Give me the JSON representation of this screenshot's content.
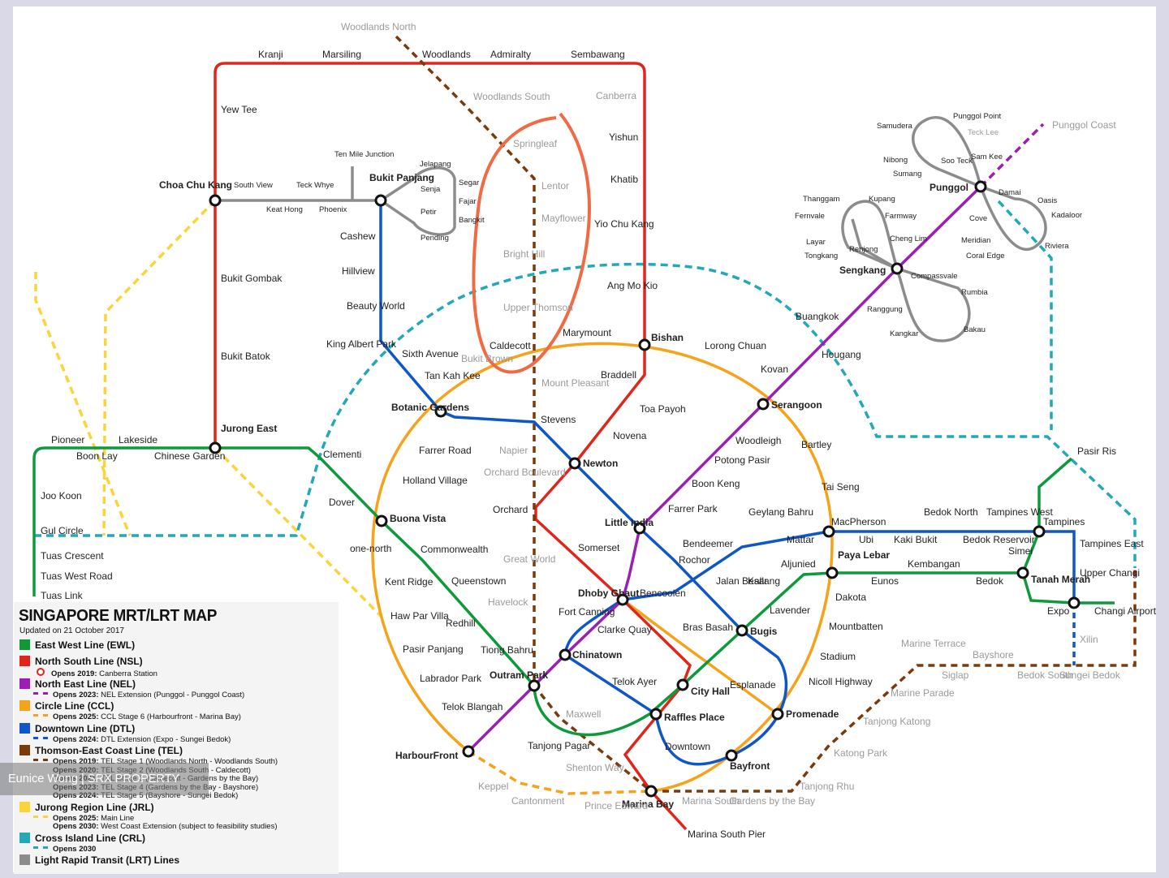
{
  "legend": {
    "title": "SINGAPORE MRT/LRT MAP",
    "updated": "Updated on 21 October 2017",
    "lines": [
      {
        "name": "East West Line (EWL)",
        "color": "#0e9a3b",
        "notes": []
      },
      {
        "name": "North South Line (NSL)",
        "color": "#e0261b",
        "notes": [
          {
            "bold": "Opens 2019:",
            "text": "Canberra Station",
            "marker": "ring"
          }
        ]
      },
      {
        "name": "North East Line (NEL)",
        "color": "#9b1fb5",
        "notes": [
          {
            "bold": "Opens 2023:",
            "text": "NEL Extension (Punggol - Punggol Coast)",
            "marker": "dash"
          }
        ]
      },
      {
        "name": "Circle Line (CCL)",
        "color": "#f7a21b",
        "notes": [
          {
            "bold": "Opens 2025:",
            "text": "CCL Stage 6 (Harbourfront - Marina Bay)",
            "marker": "dash"
          }
        ]
      },
      {
        "name": "Downtown Line (DTL)",
        "color": "#0f56c8",
        "notes": [
          {
            "bold": "Opens 2024:",
            "text": "DTL Extension (Expo - Sungei Bedok)",
            "marker": "dash"
          }
        ]
      },
      {
        "name": "Thomson-East Coast Line (TEL)",
        "color": "#7a3a0c",
        "notes": [
          {
            "bold": "Opens 2019:",
            "text": "TEL Stage 1 (Woodlands North - Woodlands South)",
            "marker": "dash"
          },
          {
            "bold": "Opens 2020:",
            "text": "TEL Stage 2 (Woodlands South - Caldecott)",
            "marker": "none"
          },
          {
            "bold": "Opens 2021:",
            "text": "TEL Stage 3 (Caldecott - Gardens by the Bay)",
            "marker": "none"
          },
          {
            "bold": "Opens 2023:",
            "text": "TEL Stage 4 (Gardens by the Bay - Bayshore)",
            "marker": "none"
          },
          {
            "bold": "Opens 2024:",
            "text": "TEL Stage 5 (Bayshore - Sungei Bedok)",
            "marker": "none"
          }
        ]
      },
      {
        "name": "Jurong Region Line (JRL)",
        "color": "#fbd43a",
        "notes": [
          {
            "bold": "Opens 2025:",
            "text": "Main Line",
            "marker": "dash"
          },
          {
            "bold": "Opens 2030:",
            "text": "West Coast Extension (subject to feasibility studies)",
            "marker": "none"
          }
        ]
      },
      {
        "name": "Cross Island Line (CRL)",
        "color": "#23a8b8",
        "notes": [
          {
            "bold": "Opens 2030",
            "text": "",
            "marker": "dash"
          }
        ]
      },
      {
        "name": "Light Rapid Transit (LRT) Lines",
        "color": "#8c8c8c",
        "notes": []
      }
    ]
  },
  "watermark": "Eunice Wong | SRX PROPERTY",
  "line_colors": {
    "ewl": "#0e9a3b",
    "nsl": "#e0261b",
    "nel": "#9b1fb5",
    "ccl": "#f7a21b",
    "dtl": "#0f56c8",
    "tel": "#7a3a0c",
    "jrl": "#fbd43a",
    "crl": "#23a8b8",
    "lrt": "#8c8c8c",
    "annotation": "#f26a43"
  },
  "stations": {
    "woodlands_north": "Woodlands North",
    "kranji": "Kranji",
    "marsiling": "Marsiling",
    "woodlands": "Woodlands",
    "admiralty": "Admiralty",
    "sembawang": "Sembawang",
    "canberra": "Canberra",
    "yishun": "Yishun",
    "khatib": "Khatib",
    "yio_chu_kang": "Yio Chu Kang",
    "ang_mo_kio": "Ang Mo Kio",
    "bishan": "Bishan",
    "braddell": "Braddell",
    "toa_payoh": "Toa Payoh",
    "novena": "Novena",
    "newton": "Newton",
    "orchard": "Orchard",
    "somerset": "Somerset",
    "dhoby_ghaut": "Dhoby Ghaut",
    "city_hall": "City Hall",
    "raffles_place": "Raffles Place",
    "marina_bay": "Marina Bay",
    "marina_south_pier": "Marina South Pier",
    "yew_tee": "Yew Tee",
    "choa_chu_kang": "Choa Chu Kang",
    "bukit_gombak": "Bukit Gombak",
    "bukit_batok": "Bukit Batok",
    "jurong_east": "Jurong East",
    "woodlands_south": "Woodlands South",
    "springleaf": "Springleaf",
    "lentor": "Lentor",
    "mayflower": "Mayflower",
    "bright_hill": "Bright Hill",
    "upper_thomson": "Upper Thomson",
    "caldecott": "Caldecott",
    "mount_pleasant": "Mount Pleasant",
    "stevens": "Stevens",
    "napier": "Napier",
    "orchard_boulevard": "Orchard Boulevard",
    "great_world": "Great World",
    "havelock": "Havelock",
    "maxwell": "Maxwell",
    "shenton_way": "Shenton Way",
    "marina_south": "Marina South",
    "gardens_by_the_bay": "Gardens by the Bay",
    "tanjong_rhu": "Tanjong Rhu",
    "katong_park": "Katong Park",
    "tanjong_katong": "Tanjong Katong",
    "marine_parade": "Marine Parade",
    "marine_terrace": "Marine Terrace",
    "siglap": "Siglap",
    "bayshore": "Bayshore",
    "bedok_south": "Bedok South",
    "sungei_bedok": "Sungei Bedok",
    "south_view": "South View",
    "keat_hong": "Keat Hong",
    "teck_whye": "Teck Whye",
    "phoenix": "Phoenix",
    "ten_mile_junction": "Ten Mile Junction",
    "bukit_panjang": "Bukit Panjang",
    "jelapang": "Jelapang",
    "segar": "Segar",
    "senja": "Senja",
    "fajar": "Fajar",
    "petir": "Petir",
    "bangkit": "Bangkit",
    "pending": "Pending",
    "cashew": "Cashew",
    "hillview": "Hillview",
    "beauty_world": "Beauty World",
    "king_albert_park": "King Albert Park",
    "sixth_avenue": "Sixth Avenue",
    "tan_kah_kee": "Tan Kah Kee",
    "botanic_gardens": "Botanic Gardens",
    "little_india": "Little India",
    "rochor": "Rochor",
    "bugis": "Bugis",
    "promenade": "Promenade",
    "bayfront": "Bayfront",
    "downtown": "Downtown",
    "telok_ayer": "Telok Ayer",
    "chinatown": "Chinatown",
    "fort_canning": "Fort Canning",
    "bencoolen": "Bencoolen",
    "jalan_besar": "Jalan Besar",
    "bendeemer": "Bendeemer",
    "geylang_bahru": "Geylang Bahru",
    "mattar": "Mattar",
    "macpherson": "MacPherson",
    "ubi": "Ubi",
    "kaki_bukit": "Kaki Bukit",
    "bedok_north": "Bedok North",
    "bedok_reservoir": "Bedok Reservoir",
    "tampines_west": "Tampines West",
    "tampines": "Tampines",
    "tampines_east": "Tampines East",
    "upper_changi": "Upper Changi",
    "expo": "Expo",
    "xilin": "Xilin",
    "pioneer": "Pioneer",
    "boon_lay": "Boon Lay",
    "lakeside": "Lakeside",
    "chinese_garden": "Chinese Garden",
    "clementi": "Clementi",
    "dover": "Dover",
    "buona_vista": "Buona Vista",
    "commonwealth": "Commonwealth",
    "queenstown": "Queenstown",
    "redhill": "Redhill",
    "tiong_bahru": "Tiong Bahru",
    "outram_park": "Outram Park",
    "tanjong_pagar": "Tanjong Pagar",
    "bras_basah": "Bras Basah",
    "esplanade": "Esplanade",
    "lavender": "Lavender",
    "kallang": "Kallang",
    "aljunied": "Aljunied",
    "paya_lebar": "Paya Lebar",
    "eunos": "Eunos",
    "kembangan": "Kembangan",
    "bedok": "Bedok",
    "simei": "Simei",
    "tanah_merah": "Tanah Merah",
    "pasir_ris": "Pasir Ris",
    "changi_airport": "Changi Airport",
    "joo_koon": "Joo Koon",
    "gul_circle": "Gul Circle",
    "tuas_crescent": "Tuas Crescent",
    "tuas_west_road": "Tuas West Road",
    "tuas_link": "Tuas Link",
    "harbourfront": "HarbourFront",
    "telok_blangah": "Telok Blangah",
    "labrador_park": "Labrador Park",
    "pasir_panjang": "Pasir Panjang",
    "haw_par_villa": "Haw Par Villa",
    "kent_ridge": "Kent Ridge",
    "one_north": "one-north",
    "holland_village": "Holland Village",
    "farrer_road": "Farrer Road",
    "marymount": "Marymount",
    "lorong_chuan": "Lorong Chuan",
    "serangoon": "Serangoon",
    "bartley": "Bartley",
    "tai_seng": "Tai Seng",
    "dakota": "Dakota",
    "mountbatten": "Mountbatten",
    "stadium": "Stadium",
    "nicoll_highway": "Nicoll Highway",
    "keppel": "Keppel",
    "cantonment": "Cantonment",
    "prince_edward": "Prince Edward",
    "bukit_brown": "Bukit Brown",
    "clarke_quay": "Clarke Quay",
    "farrer_park": "Farrer Park",
    "boon_keng": "Boon Keng",
    "potong_pasir": "Potong Pasir",
    "woodleigh": "Woodleigh",
    "kovan": "Kovan",
    "hougang": "Hougang",
    "buangkok": "Buangkok",
    "sengkang": "Sengkang",
    "punggol": "Punggol",
    "punggol_coast": "Punggol Coast",
    "compassvale": "Compassvale",
    "rumbia": "Rumbia",
    "bakau": "Bakau",
    "kangkar": "Kangkar",
    "ranggung": "Ranggung",
    "cheng_lim": "Cheng Lim",
    "farmway": "Farmway",
    "kupang": "Kupang",
    "thanggam": "Thanggam",
    "fernvale": "Fernvale",
    "layar": "Layar",
    "tongkang": "Tongkang",
    "renjong": "Renjong",
    "samudera": "Samudera",
    "punggol_point": "Punggol Point",
    "teck_lee": "Teck Lee",
    "sam_kee": "Sam Kee",
    "soo_teck": "Soo Teck",
    "nibong": "Nibong",
    "sumang": "Sumang",
    "damai": "Damai",
    "oasis": "Oasis",
    "kadaloor": "Kadaloor",
    "cove": "Cove",
    "meridian": "Meridian",
    "coral_edge": "Coral Edge",
    "riviera": "Riviera"
  }
}
